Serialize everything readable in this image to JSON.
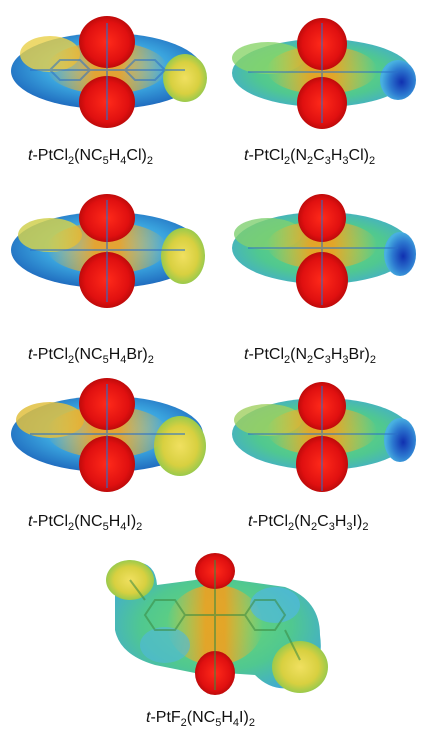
{
  "molecules": [
    {
      "id": "a",
      "label": {
        "prefix": "t",
        "parts": [
          [
            "-PtCl",
            ""
          ],
          [
            "2",
            "sub"
          ],
          [
            "(NC",
            ""
          ],
          [
            "5",
            "sub"
          ],
          [
            "H",
            ""
          ],
          [
            "4",
            "sub"
          ],
          [
            "Cl)",
            ""
          ],
          [
            "2",
            "sub"
          ]
        ]
      }
    },
    {
      "id": "b",
      "label": {
        "prefix": "t",
        "parts": [
          [
            "-PtCl",
            ""
          ],
          [
            "2",
            "sub"
          ],
          [
            "(N",
            ""
          ],
          [
            "2",
            "sub"
          ],
          [
            "C",
            ""
          ],
          [
            "3",
            "sub"
          ],
          [
            "H",
            ""
          ],
          [
            "3",
            "sub"
          ],
          [
            "Cl)",
            ""
          ],
          [
            "2",
            "sub"
          ]
        ]
      }
    },
    {
      "id": "c",
      "label": {
        "prefix": "t",
        "parts": [
          [
            "-PtCl",
            ""
          ],
          [
            "2",
            "sub"
          ],
          [
            "(NC",
            ""
          ],
          [
            "5",
            "sub"
          ],
          [
            "H",
            ""
          ],
          [
            "4",
            "sub"
          ],
          [
            "Br)",
            ""
          ],
          [
            "2",
            "sub"
          ]
        ]
      }
    },
    {
      "id": "d",
      "label": {
        "prefix": "t",
        "parts": [
          [
            "-PtCl",
            ""
          ],
          [
            "2",
            "sub"
          ],
          [
            "(N",
            ""
          ],
          [
            "2",
            "sub"
          ],
          [
            "C",
            ""
          ],
          [
            "3",
            "sub"
          ],
          [
            "H",
            ""
          ],
          [
            "3",
            "sub"
          ],
          [
            "Br)",
            ""
          ],
          [
            "2",
            "sub"
          ]
        ]
      }
    },
    {
      "id": "e",
      "label": {
        "prefix": "t",
        "parts": [
          [
            "-PtCl",
            ""
          ],
          [
            "2",
            "sub"
          ],
          [
            "(NC",
            ""
          ],
          [
            "5",
            "sub"
          ],
          [
            "H",
            ""
          ],
          [
            "4",
            "sub"
          ],
          [
            "I)",
            ""
          ],
          [
            "2",
            "sub"
          ]
        ]
      }
    },
    {
      "id": "f",
      "label": {
        "prefix": "t",
        "parts": [
          [
            "-PtCl",
            ""
          ],
          [
            "2",
            "sub"
          ],
          [
            "(N",
            ""
          ],
          [
            "2",
            "sub"
          ],
          [
            "C",
            ""
          ],
          [
            "3",
            "sub"
          ],
          [
            "H",
            ""
          ],
          [
            "3",
            "sub"
          ],
          [
            "I)",
            ""
          ],
          [
            "2",
            "sub"
          ]
        ]
      }
    },
    {
      "id": "g",
      "label": {
        "prefix": "t",
        "parts": [
          [
            "-PtF",
            ""
          ],
          [
            "2",
            "sub"
          ],
          [
            "(NC",
            ""
          ],
          [
            "5",
            "sub"
          ],
          [
            "H",
            ""
          ],
          [
            "4",
            "sub"
          ],
          [
            "I)",
            ""
          ],
          [
            "2",
            "sub"
          ]
        ]
      }
    }
  ],
  "colors": {
    "negative": "#d21414",
    "intermediate": "#e6d23c",
    "neutral": "#3cc86e",
    "positive_low": "#3ca0dc",
    "positive_high": "#1e3cb4"
  }
}
